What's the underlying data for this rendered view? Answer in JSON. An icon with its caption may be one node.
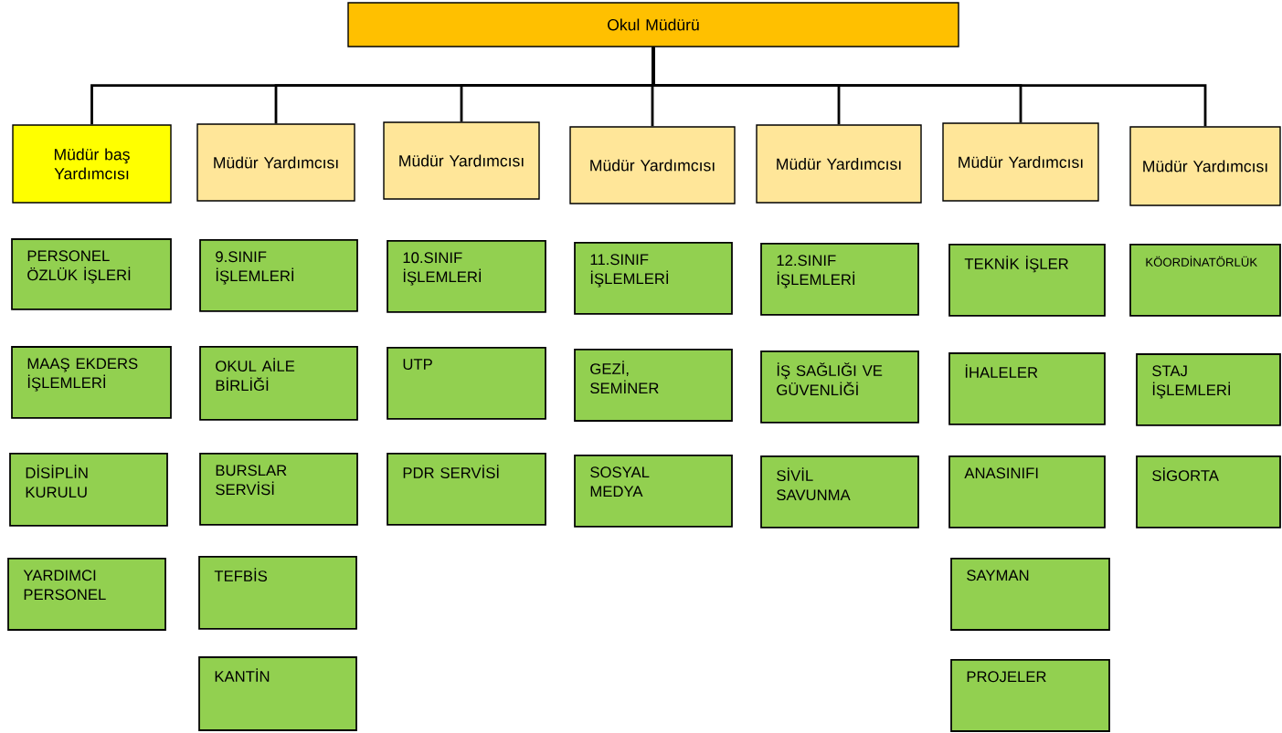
{
  "diagram": {
    "nodes": [
      {
        "text": [
          "Okul Müdürü"
        ]
      },
      {
        "text": [
          "Müdür baş Yardımcısı"
        ]
      },
      {
        "text": [
          "Müdür Yardımcısı"
        ]
      },
      {
        "text": [
          "Müdür Yardımcısı"
        ]
      },
      {
        "text": [
          "Müdür Yardımcısı"
        ]
      },
      {
        "text": [
          "Müdür Yardımcısı"
        ]
      },
      {
        "text": [
          "Müdür Yardımcısı"
        ]
      },
      {
        "text": [
          "Müdür Yardımcısı"
        ]
      },
      {
        "text": [
          "PERSONEL ÖZLÜK İŞLERİ"
        ]
      },
      {
        "text": [
          "MAAŞ EKDERS İŞLEMLERİ"
        ]
      },
      {
        "text": [
          "DİSİPLİN KURULU"
        ]
      },
      {
        "text": [
          "YARDIMCI PERSONEL"
        ]
      },
      {
        "text": [
          "9.SINIF İŞLEMLERİ"
        ]
      },
      {
        "text": [
          "OKUL AİLE BİRLİĞİ"
        ]
      },
      {
        "text": [
          "BURSLAR SERVİSİ"
        ]
      },
      {
        "text": [
          "TEFBİS"
        ]
      },
      {
        "text": [
          "KANTİN"
        ]
      },
      {
        "text": [
          "10.SINIF İŞLEMLERİ"
        ]
      },
      {
        "text": [
          "UTP"
        ]
      },
      {
        "text": [
          "PDR SERVİSİ"
        ]
      },
      {
        "text": [
          "11.SINIF İŞLEMLERİ"
        ]
      },
      {
        "text": [
          "GEZİ, SEMİNER"
        ]
      },
      {
        "text": [
          "SOSYAL MEDYA"
        ]
      },
      {
        "text": [
          "12.SINIF İŞLEMLERİ"
        ]
      },
      {
        "text": [
          "İŞ SAĞLIĞI VE GÜVENLİĞİ"
        ]
      },
      {
        "text": [
          "SİVİL SAVUNMA"
        ]
      },
      {
        "text": [
          "TEKNİK İŞLER"
        ]
      },
      {
        "text": [
          "İHALELER"
        ]
      },
      {
        "text": [
          "ANASINIFI"
        ]
      },
      {
        "text": [
          "SAYMAN"
        ]
      },
      {
        "text": [
          "PROJELER"
        ]
      },
      {
        "text": [
          "KÖORDİNATÖRLÜK"
        ]
      },
      {
        "text": [
          "STAJ İŞLEMLERİ"
        ]
      },
      {
        "text": [
          "SİGORTA"
        ]
      }
    ],
    "edges": [
      {
        "from": 0,
        "to": 1,
        "arrow": "none"
      },
      {
        "from": 0,
        "to": 2,
        "arrow": "none"
      },
      {
        "from": 0,
        "to": 3,
        "arrow": "none"
      },
      {
        "from": 0,
        "to": 4,
        "arrow": "none"
      },
      {
        "from": 0,
        "to": 5,
        "arrow": "none"
      },
      {
        "from": 0,
        "to": 6,
        "arrow": "none"
      },
      {
        "from": 0,
        "to": 7,
        "arrow": "none"
      }
    ]
  }
}
